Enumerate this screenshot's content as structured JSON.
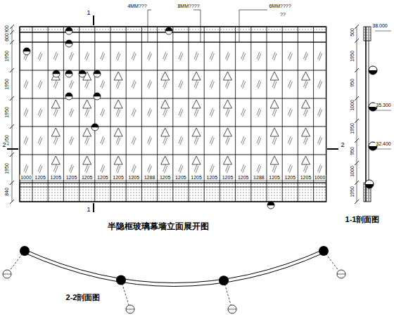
{
  "diagram": {
    "labels": [
      "1",
      "4MM???",
      "8MM????",
      "6MM????",
      "??",
      "900",
      "600",
      "1950",
      "1950",
      "1950",
      "1950",
      "1950",
      "840",
      "2",
      "2",
      "1000",
      "1205",
      "1205",
      "1205",
      "1205",
      "1205",
      "1205",
      "1205",
      "1288",
      "1205",
      "1205",
      "1205",
      "1205",
      "1205",
      "1205",
      "1288",
      "1205",
      "1205",
      "1205",
      "1000",
      "1",
      "半隐框玻璃幕墙立面展开图",
      "1-1剖面图",
      "38.000",
      "35.300",
      "32.400",
      "500",
      "1950",
      "950",
      "1000",
      "1950",
      "950",
      "1000",
      "1950",
      "2-2剖面图"
    ]
  }
}
